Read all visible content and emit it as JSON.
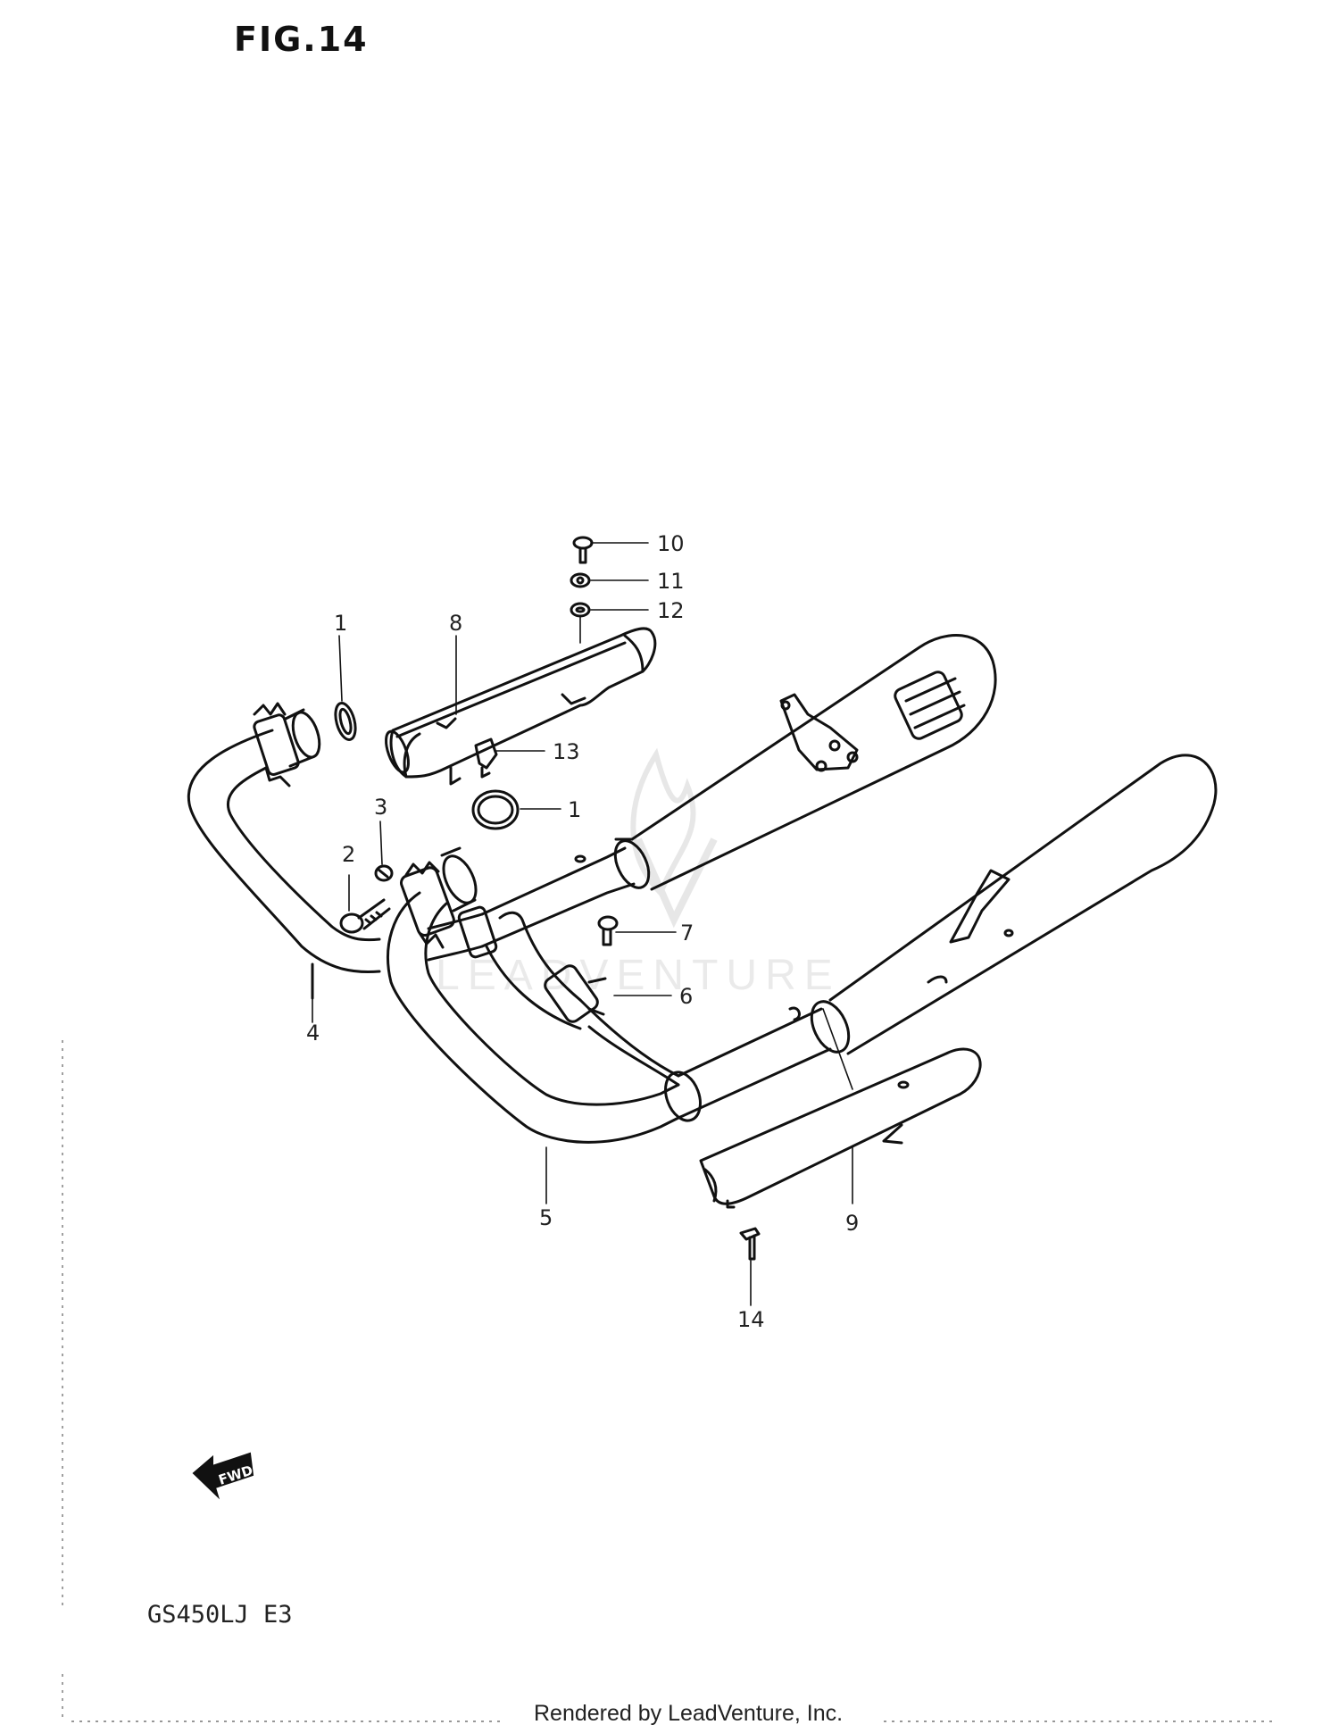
{
  "figure_label": "FIG.14",
  "model_code": "GS450LJ  E3",
  "footer": "Rendered by LeadVenture, Inc.",
  "watermark": "LEADVENTURE",
  "fwd_label": "FWD",
  "callouts": {
    "c1a": "1",
    "c1b": "1",
    "c2": "2",
    "c3": "3",
    "c4": "4",
    "c5": "5",
    "c6": "6",
    "c7": "7",
    "c8": "8",
    "c9": "9",
    "c10": "10",
    "c11": "11",
    "c12": "12",
    "c13": "13",
    "c14": "14"
  }
}
